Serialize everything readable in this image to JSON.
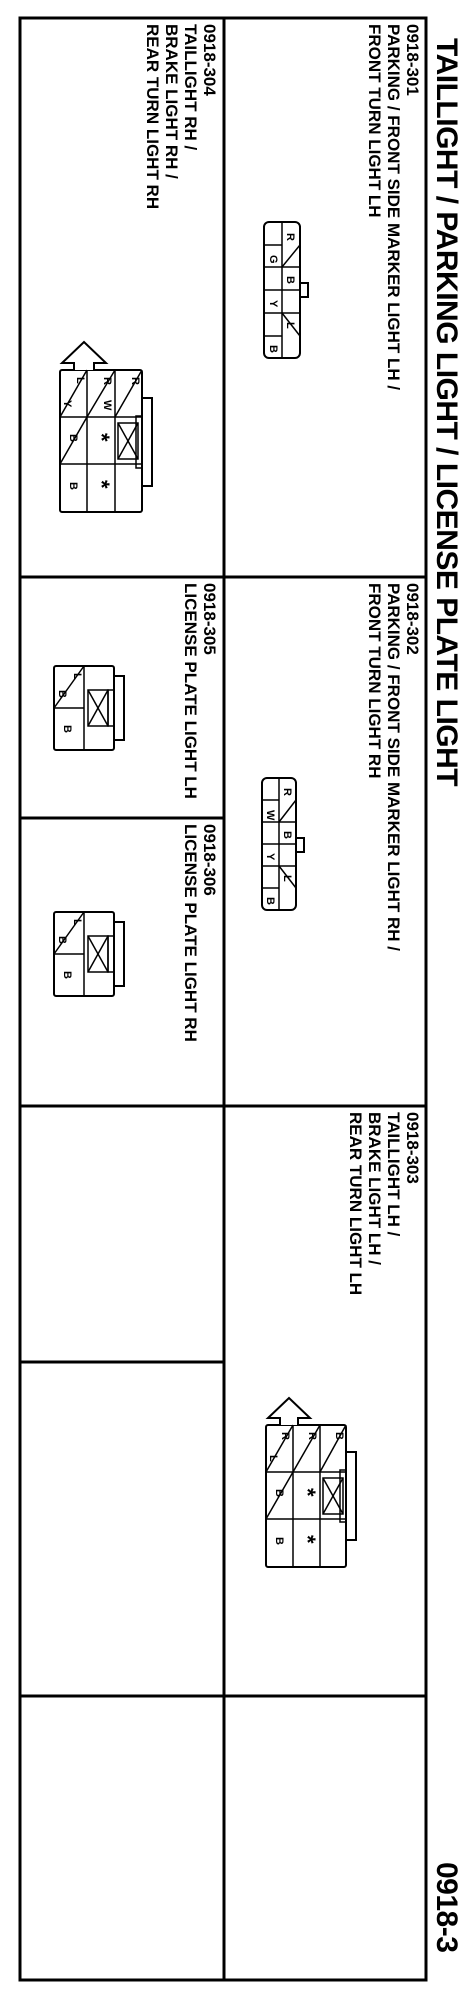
{
  "page": {
    "title": "TAILLIGHT / PARKING LIGHT / LICENSE PLATE LIGHT",
    "page_number": "0918-3"
  },
  "connectors": [
    {
      "code": "0918-301",
      "lines": [
        "PARKING / FRONT SIDE MARKER LIGHT LH /",
        "FRONT TURN LIGHT LH"
      ],
      "pins": [
        "R",
        "G",
        "B",
        "Y",
        "L",
        "B"
      ]
    },
    {
      "code": "0918-302",
      "lines": [
        "PARKING / FRONT SIDE MARKER LIGHT RH /",
        "FRONT TURN LIGHT RH"
      ],
      "pins": [
        "R",
        "W",
        "B",
        "Y",
        "L",
        "B"
      ]
    },
    {
      "code": "0918-303",
      "lines": [
        "TAILLIGHT LH /",
        "BRAKE LIGHT LH /",
        "REAR TURN LIGHT LH"
      ],
      "pins": [
        "B",
        "R",
        "*",
        "R",
        "L",
        "*",
        "B",
        "B"
      ]
    },
    {
      "code": "0918-304",
      "lines": [
        "TAILLIGHT RH /",
        "BRAKE LIGHT RH /",
        "REAR TURN LIGHT RH"
      ],
      "pins": [
        "R",
        "W",
        "*",
        "R",
        "L",
        "Y",
        "B",
        "B",
        "*"
      ]
    },
    {
      "code": "0918-305",
      "lines": [
        "LICENSE PLATE LIGHT LH"
      ],
      "pins": [
        "L",
        "B",
        "B"
      ]
    },
    {
      "code": "0918-306",
      "lines": [
        "LICENSE PLATE LIGHT RH"
      ],
      "pins": [
        "L",
        "B",
        "B"
      ]
    }
  ]
}
